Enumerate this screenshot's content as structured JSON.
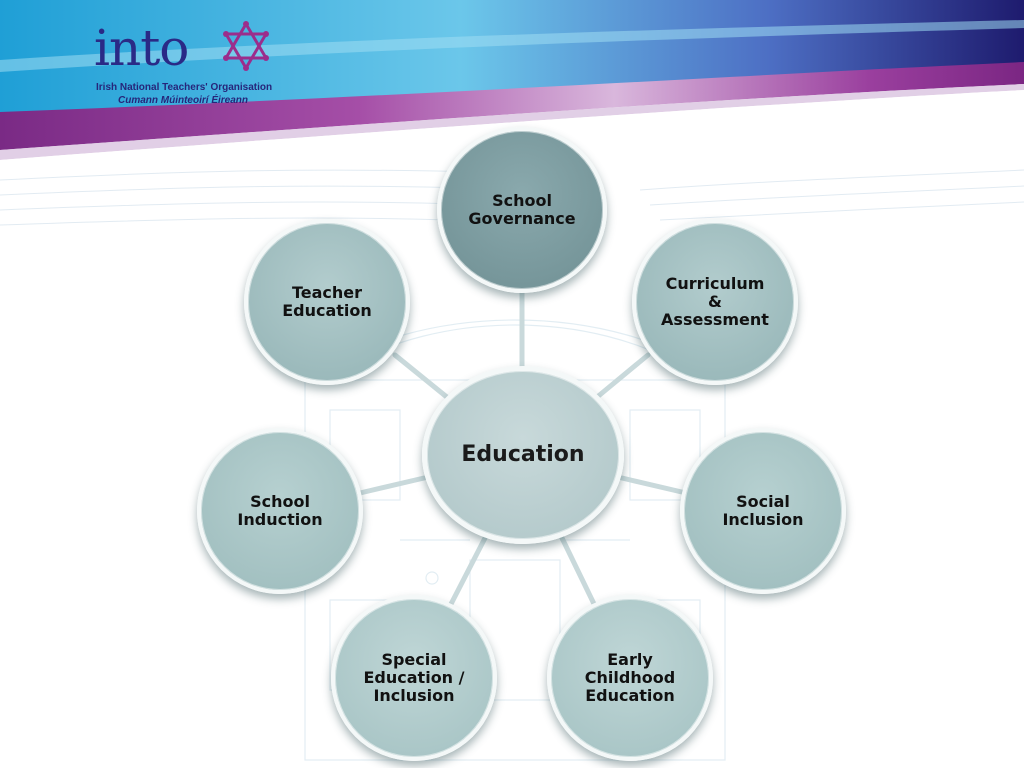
{
  "logo": {
    "wordmark": "into",
    "org_name": "Irish National Teachers' Organisation",
    "org_name_irish": "Cumann Múinteoirí Éireann"
  },
  "diagram": {
    "center": "Education",
    "nodes": [
      {
        "id": "school-governance",
        "label": "School\nGovernance"
      },
      {
        "id": "curriculum-assessment",
        "label": "Curriculum\n&\nAssessment"
      },
      {
        "id": "social-inclusion",
        "label": "Social\nInclusion"
      },
      {
        "id": "early-childhood",
        "label": "Early\nChildhood\nEducation"
      },
      {
        "id": "special-education",
        "label": "Special\nEducation / \nInclusion"
      },
      {
        "id": "school-induction",
        "label": "School\nInduction"
      },
      {
        "id": "teacher-education",
        "label": "Teacher\nEducation"
      }
    ]
  },
  "colors": {
    "banner_blue": "#2aa8d8",
    "banner_purple": "#8a2e8e",
    "logo_navy": "#2a2a86",
    "logo_magenta": "#9b2d8c",
    "center_fill": "#b9cdd0",
    "top_node_fill": "#7f9fa3",
    "node_fill": "#9fbdbf",
    "connector": "#c9d9db"
  }
}
